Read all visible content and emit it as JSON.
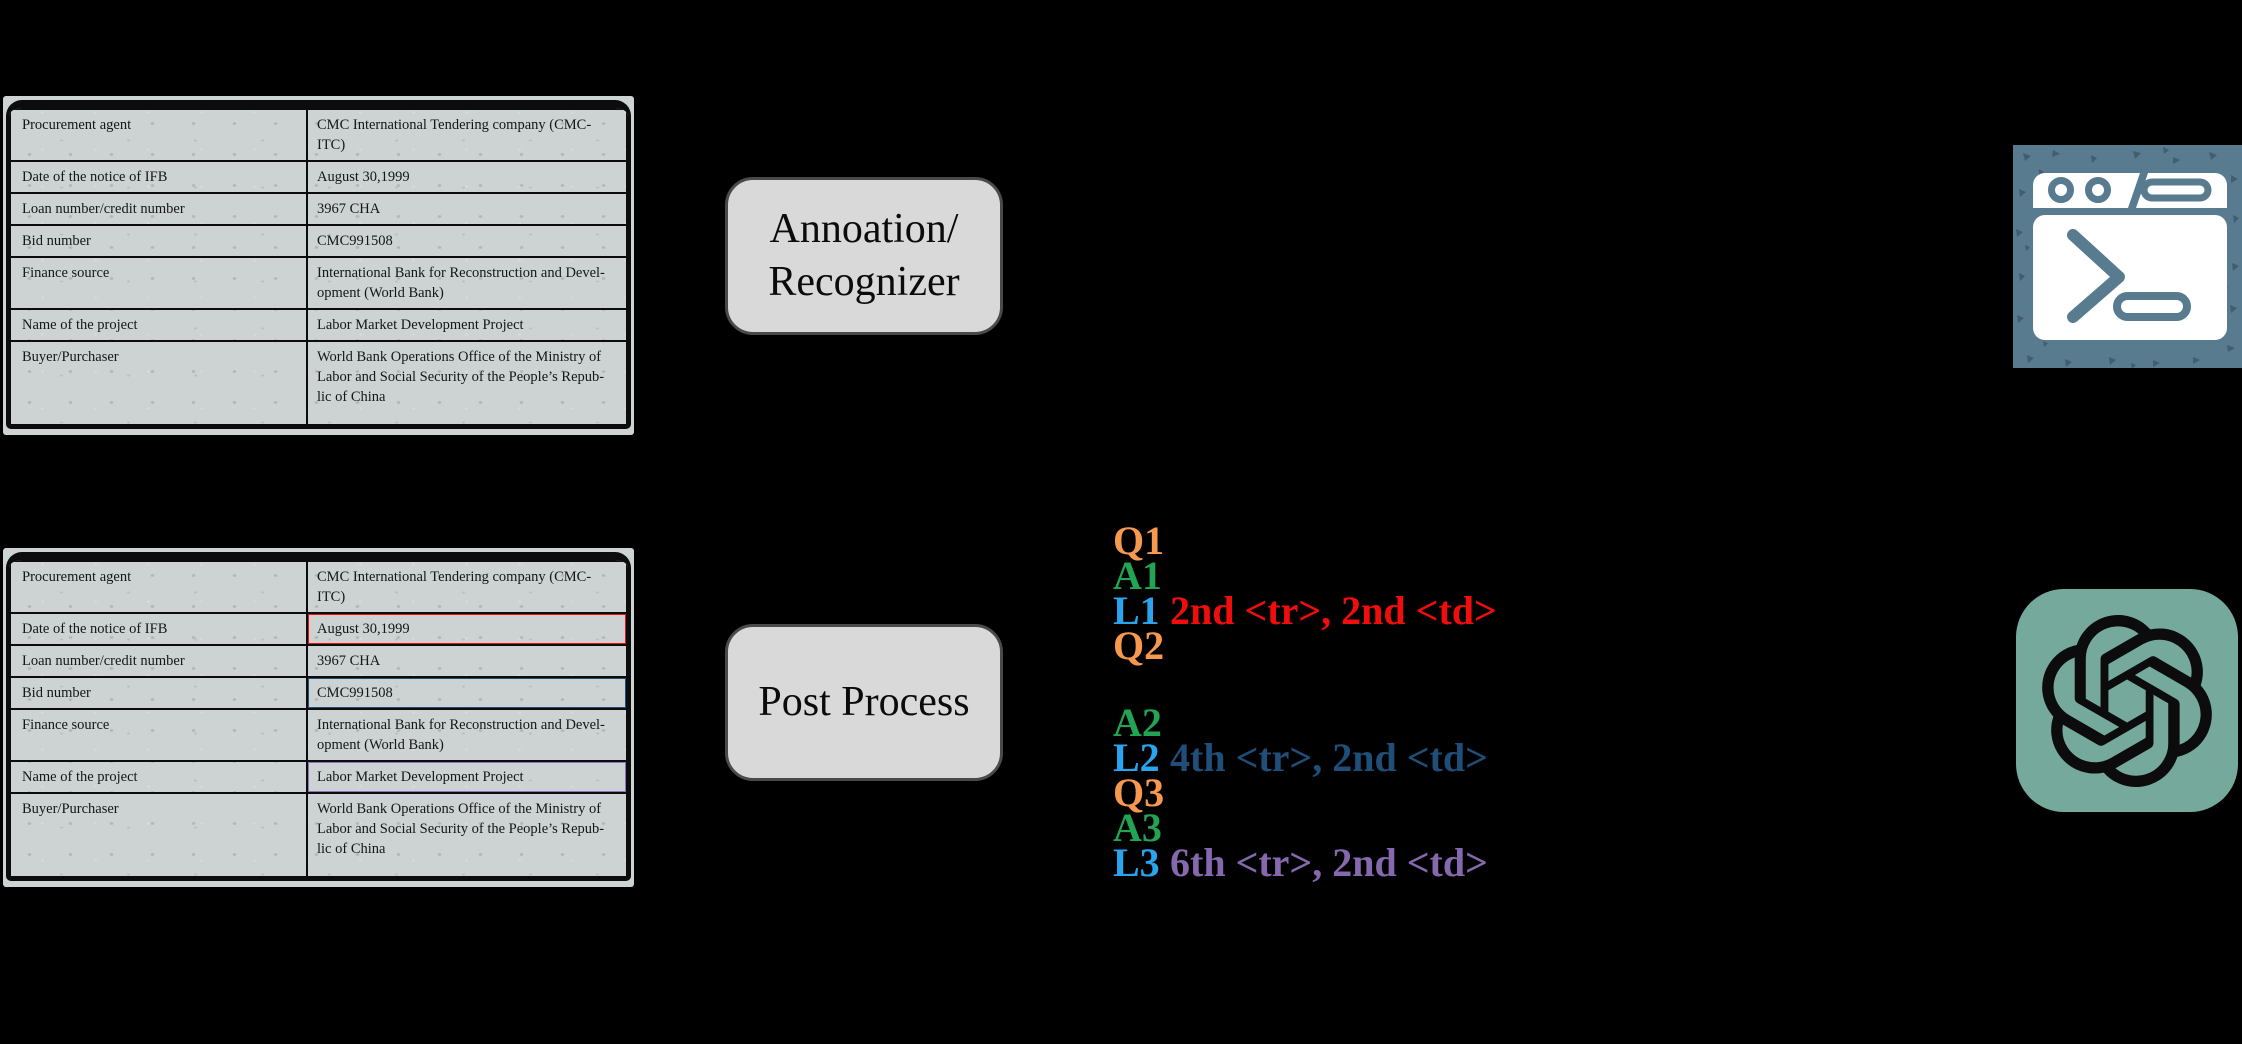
{
  "canvas": {
    "background_color": "#000000"
  },
  "doc_table": {
    "rows": [
      {
        "label": "Procurement agent",
        "value": "CMC International Tendering company (CMC-\nITC)"
      },
      {
        "label": "Date of the notice of IFB",
        "value": "August 30,1999"
      },
      {
        "label": "Loan number/credit number",
        "value": "3967 CHA"
      },
      {
        "label": "Bid number",
        "value": "CMC991508"
      },
      {
        "label": "Finance source",
        "value": "International Bank for Reconstruction and Devel-\nopment (World Bank)"
      },
      {
        "label": "Name of the project",
        "value": "Labor Market Development Project"
      },
      {
        "label": "Buyer/Purchaser",
        "value": "World Bank Operations Office of the Ministry of\nLabor and Social Security of the People’s Repub-\nlic of China"
      }
    ]
  },
  "pipeline": {
    "annotator_box": {
      "line1": "Annoation/",
      "line2": "Recognizer"
    },
    "post_process_box": {
      "label": "Post Process"
    }
  },
  "annotations": {
    "highlights": [
      {
        "cell_value": "August 30,1999",
        "color": "#ee1010"
      },
      {
        "cell_value": "CMC991508",
        "color": "#1f4e79"
      },
      {
        "cell_value": "Labor Market Development Project",
        "color": "#8a74be"
      }
    ]
  },
  "qa_panel": {
    "lines": [
      {
        "label": "Q1",
        "label_color": "#f7984f"
      },
      {
        "label": "A1",
        "label_color": "#22a455"
      },
      {
        "label": "L1",
        "label_color": "#2aa4ef",
        "text": "2nd <tr>, 2nd <td>",
        "text_color": "#f20d0d"
      },
      {
        "label": "Q2",
        "label_color": "#f7984f"
      },
      {
        "label": "A2",
        "label_color": "#22a455"
      },
      {
        "label": "L2",
        "label_color": "#2aa4ef",
        "text": "4th <tr>, 2nd <td>",
        "text_color": "#1f4e79"
      },
      {
        "label": "Q3",
        "label_color": "#f7984f"
      },
      {
        "label": "A3",
        "label_color": "#22a455"
      },
      {
        "label": "L3",
        "label_color": "#2aa4ef",
        "text": "6th <tr>, 2nd <td>",
        "text_color": "#8668ae"
      }
    ]
  },
  "icons": {
    "recognizer": {
      "name": "terminal-window-icon",
      "background_color": "#587b8f",
      "speckle_color": "#3e5869",
      "glyph_color": "#ffffff"
    },
    "llm": {
      "name": "openai-gpt-icon",
      "background_color": "#74a99b",
      "glyph_color": "#0c0c0c"
    }
  }
}
